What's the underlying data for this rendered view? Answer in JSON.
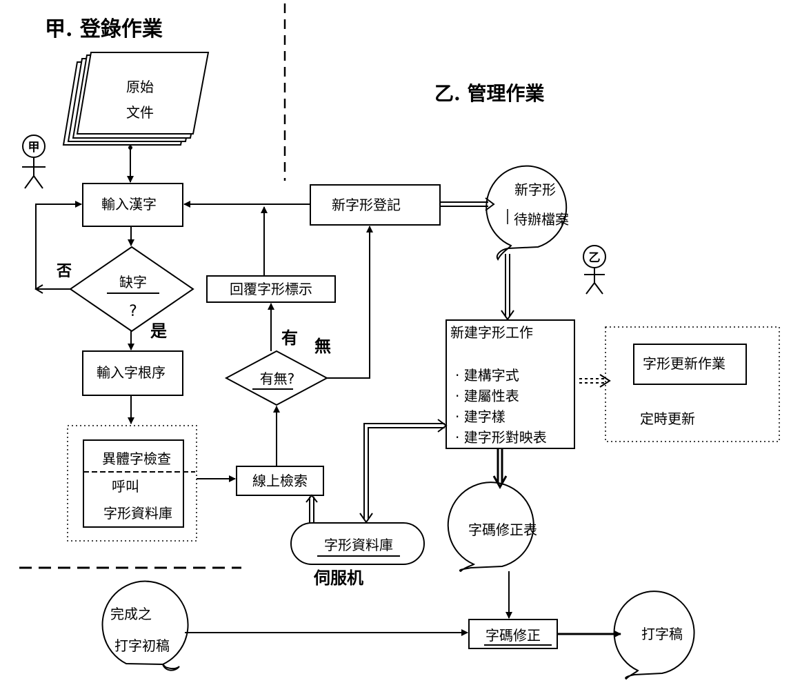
{
  "sections": {
    "registration": "甲. 登錄作業",
    "management": "乙. 管理作業"
  },
  "actors": {
    "a": "甲",
    "b": "乙"
  },
  "nodes": {
    "original_doc": [
      "原始",
      "文件"
    ],
    "input_chars": "輸入漢字",
    "missing_char": "缺字",
    "question_mark": "?",
    "input_radicals": "輸入字根序",
    "variant_check": "異體字檢查",
    "call_db": [
      "呼叫",
      "字形資料庫"
    ],
    "online_search": "線上檢索",
    "exists": "有無?",
    "reply_mark": "回覆字形標示",
    "new_glyph_reg": "新字形登記",
    "pending_file": [
      "新字形",
      "待辦檔案"
    ],
    "new_glyph_work": "新建字形工作",
    "work_items": [
      "· 建構字式",
      "· 建屬性表",
      "· 建字樣",
      "· 建字形對映表"
    ],
    "glyph_update": "字形更新作業",
    "scheduled_update": "定時更新",
    "glyph_db": "字形資料庫",
    "server": "伺服机",
    "code_fix_table": "字碼修正表",
    "draft": [
      "完成之",
      "打字初稿"
    ],
    "code_fix": "字碼修正",
    "final_draft": "打字稿"
  },
  "edge_labels": {
    "no": "否",
    "yes": "是",
    "have": "有",
    "none": "無"
  }
}
